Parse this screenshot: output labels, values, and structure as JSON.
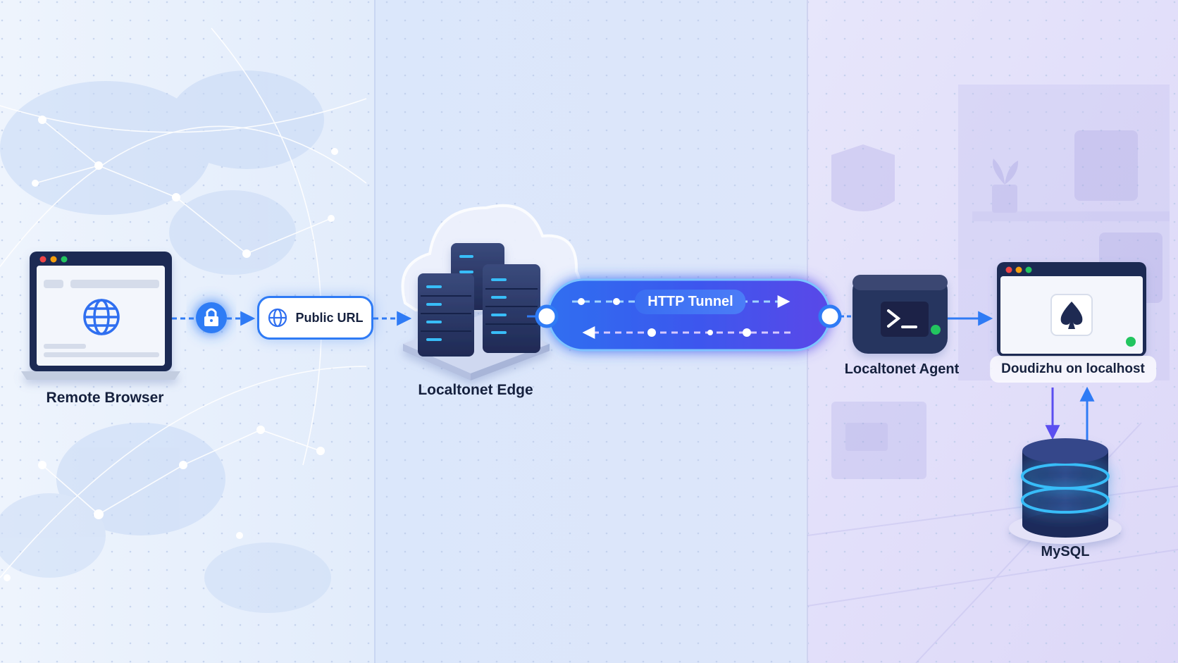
{
  "diagram": {
    "nodes": {
      "remote_browser": "Remote Browser",
      "public_url": "Public URL",
      "edge": "Localtonet Edge",
      "tunnel": "HTTP Tunnel",
      "agent": "Localtonet Agent",
      "app": "Doudizhu on localhost",
      "database": "MySQL"
    },
    "icons": {
      "browser": "globe-icon",
      "lock": "lock-icon",
      "public_url": "globe-icon",
      "edge": "server-rack-icon",
      "agent": "terminal-icon",
      "app": "spade-icon",
      "database": "database-icon"
    },
    "colors": {
      "accent": "#2f7bf5",
      "tunnel": "#4a4ef0",
      "dark": "#1e2a52",
      "text": "#16213e",
      "status_green": "#22c55e"
    }
  }
}
